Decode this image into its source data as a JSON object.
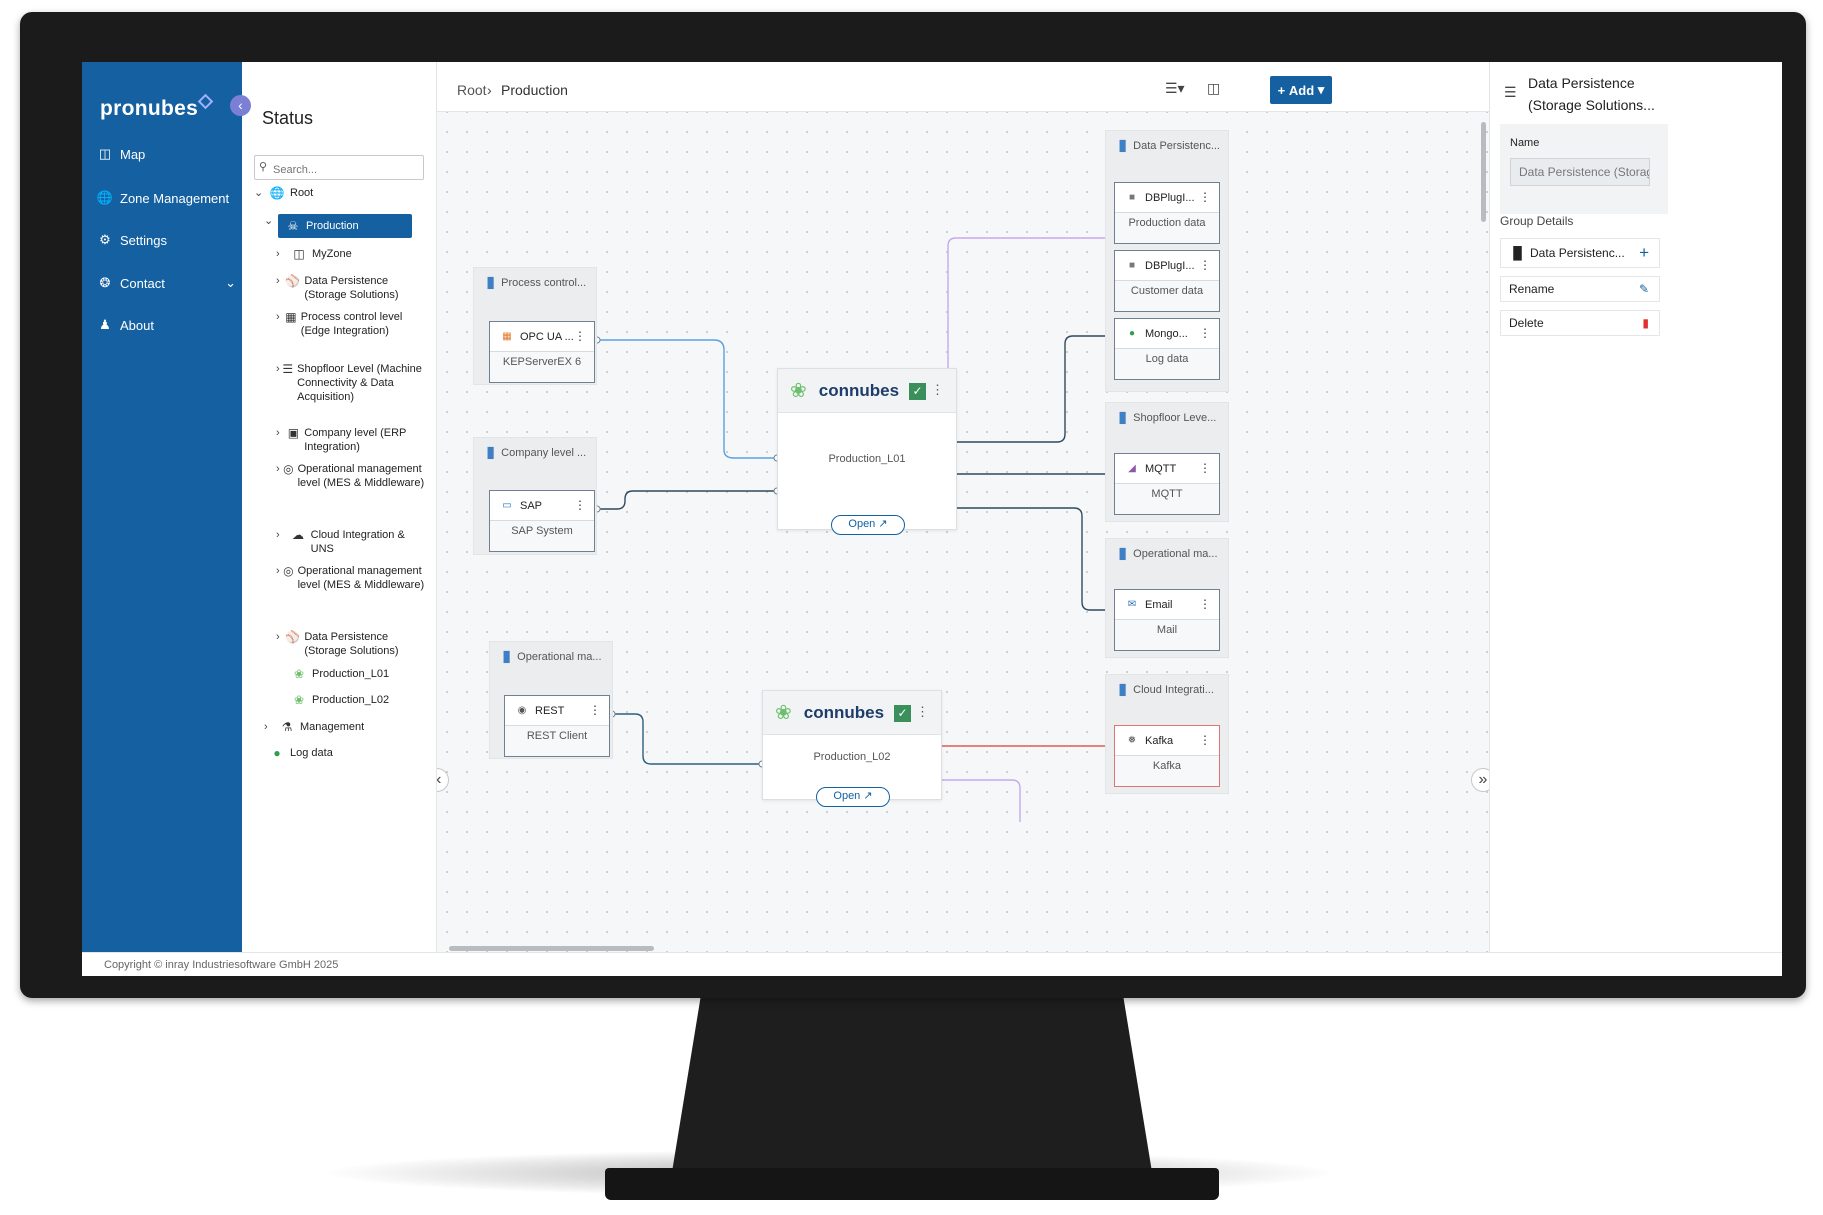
{
  "brand": {
    "logo_text": "pronubes",
    "accent": "#1560a0"
  },
  "nav": {
    "items": [
      {
        "label": "Map",
        "icon": "map-icon"
      },
      {
        "label": "Zone Management",
        "icon": "globe-icon"
      },
      {
        "label": "Settings",
        "icon": "gear-icon"
      },
      {
        "label": "Contact",
        "icon": "support-icon"
      },
      {
        "label": "About",
        "icon": "user-icon"
      }
    ]
  },
  "tree": {
    "title": "Status",
    "search_placeholder": "Search...",
    "items": [
      {
        "label": "Root",
        "icon": "globe-icon"
      },
      {
        "label": "Production",
        "icon": "factory-icon"
      },
      {
        "label": "MyZone",
        "icon": "gift-icon"
      },
      {
        "label": "Data Persistence (Storage Solutions)",
        "icon": "database-icon"
      },
      {
        "label": "Process control level (Edge Integration)",
        "icon": "circuit-icon"
      },
      {
        "label": "Shopfloor Level (Machine Connectivity & Data Acquisition)",
        "icon": "machine-icon"
      },
      {
        "label": "Company level (ERP Integration)",
        "icon": "erp-icon"
      },
      {
        "label": "Operational management level (MES & Middleware)",
        "icon": "mes-icon"
      },
      {
        "label": "Cloud Integration & UNS",
        "icon": "cloud-icon"
      },
      {
        "label": "Operational management level (MES & Middleware)",
        "icon": "mes-icon"
      },
      {
        "label": "Data Persistence (Storage Solutions)",
        "icon": "database-icon"
      },
      {
        "label": "Production_L01",
        "icon": "connubes-icon"
      },
      {
        "label": "Production_L02",
        "icon": "connubes-icon"
      },
      {
        "label": "Management",
        "icon": "org-icon"
      },
      {
        "label": "Log data",
        "icon": "leaf-icon"
      }
    ]
  },
  "breadcrumb": {
    "root": "Root",
    "current": "Production"
  },
  "toolbar": {
    "add_label": "Add"
  },
  "groups": [
    {
      "title": "Process control..."
    },
    {
      "title": "Company level ..."
    },
    {
      "title": "Operational ma..."
    },
    {
      "title": "Data Persistenc..."
    },
    {
      "title": "Shopfloor Leve..."
    },
    {
      "title": "Operational ma..."
    },
    {
      "title": "Cloud Integrati..."
    }
  ],
  "cards": [
    {
      "title": "OPC UA ...",
      "subtitle": "KEPServerEX 6",
      "icon": "opcua-icon"
    },
    {
      "title": "SAP",
      "subtitle": "SAP System",
      "icon": "sap-icon"
    },
    {
      "title": "REST",
      "subtitle": "REST Client",
      "icon": "rest-icon"
    },
    {
      "title": "DBPlugI...",
      "subtitle": "Production data",
      "icon": "database-icon"
    },
    {
      "title": "DBPlugI...",
      "subtitle": "Customer data",
      "icon": "database-icon"
    },
    {
      "title": "Mongo...",
      "subtitle": "Log data",
      "icon": "mongo-leaf-icon"
    },
    {
      "title": "MQTT",
      "subtitle": "MQTT",
      "icon": "mqtt-icon"
    },
    {
      "title": "Email",
      "subtitle": "Mail",
      "icon": "mail-icon"
    },
    {
      "title": "Kafka",
      "subtitle": "Kafka",
      "icon": "kafka-icon"
    }
  ],
  "hubs": [
    {
      "name": "connubes",
      "subtitle": "Production_L01",
      "open_label": "Open"
    },
    {
      "name": "connubes",
      "subtitle": "Production_L02",
      "open_label": "Open"
    }
  ],
  "details": {
    "title_line1": "Data Persistence",
    "title_line2": "(Storage Solutions...",
    "name_label": "Name",
    "name_value": "Data Persistence (Storage Solutions)",
    "group_details_label": "Group Details",
    "group_item": "Data Persistenc...",
    "rename_label": "Rename",
    "delete_label": "Delete"
  },
  "footer": {
    "copyright": "Copyright © inray Industriesoftware GmbH 2025"
  },
  "colors": {
    "wire_blue": "#5aa0e0",
    "wire_dark": "#2f4a5e",
    "wire_purple": "#c6a8f0",
    "wire_red": "#e05a5a",
    "delete_red": "#e03030"
  }
}
